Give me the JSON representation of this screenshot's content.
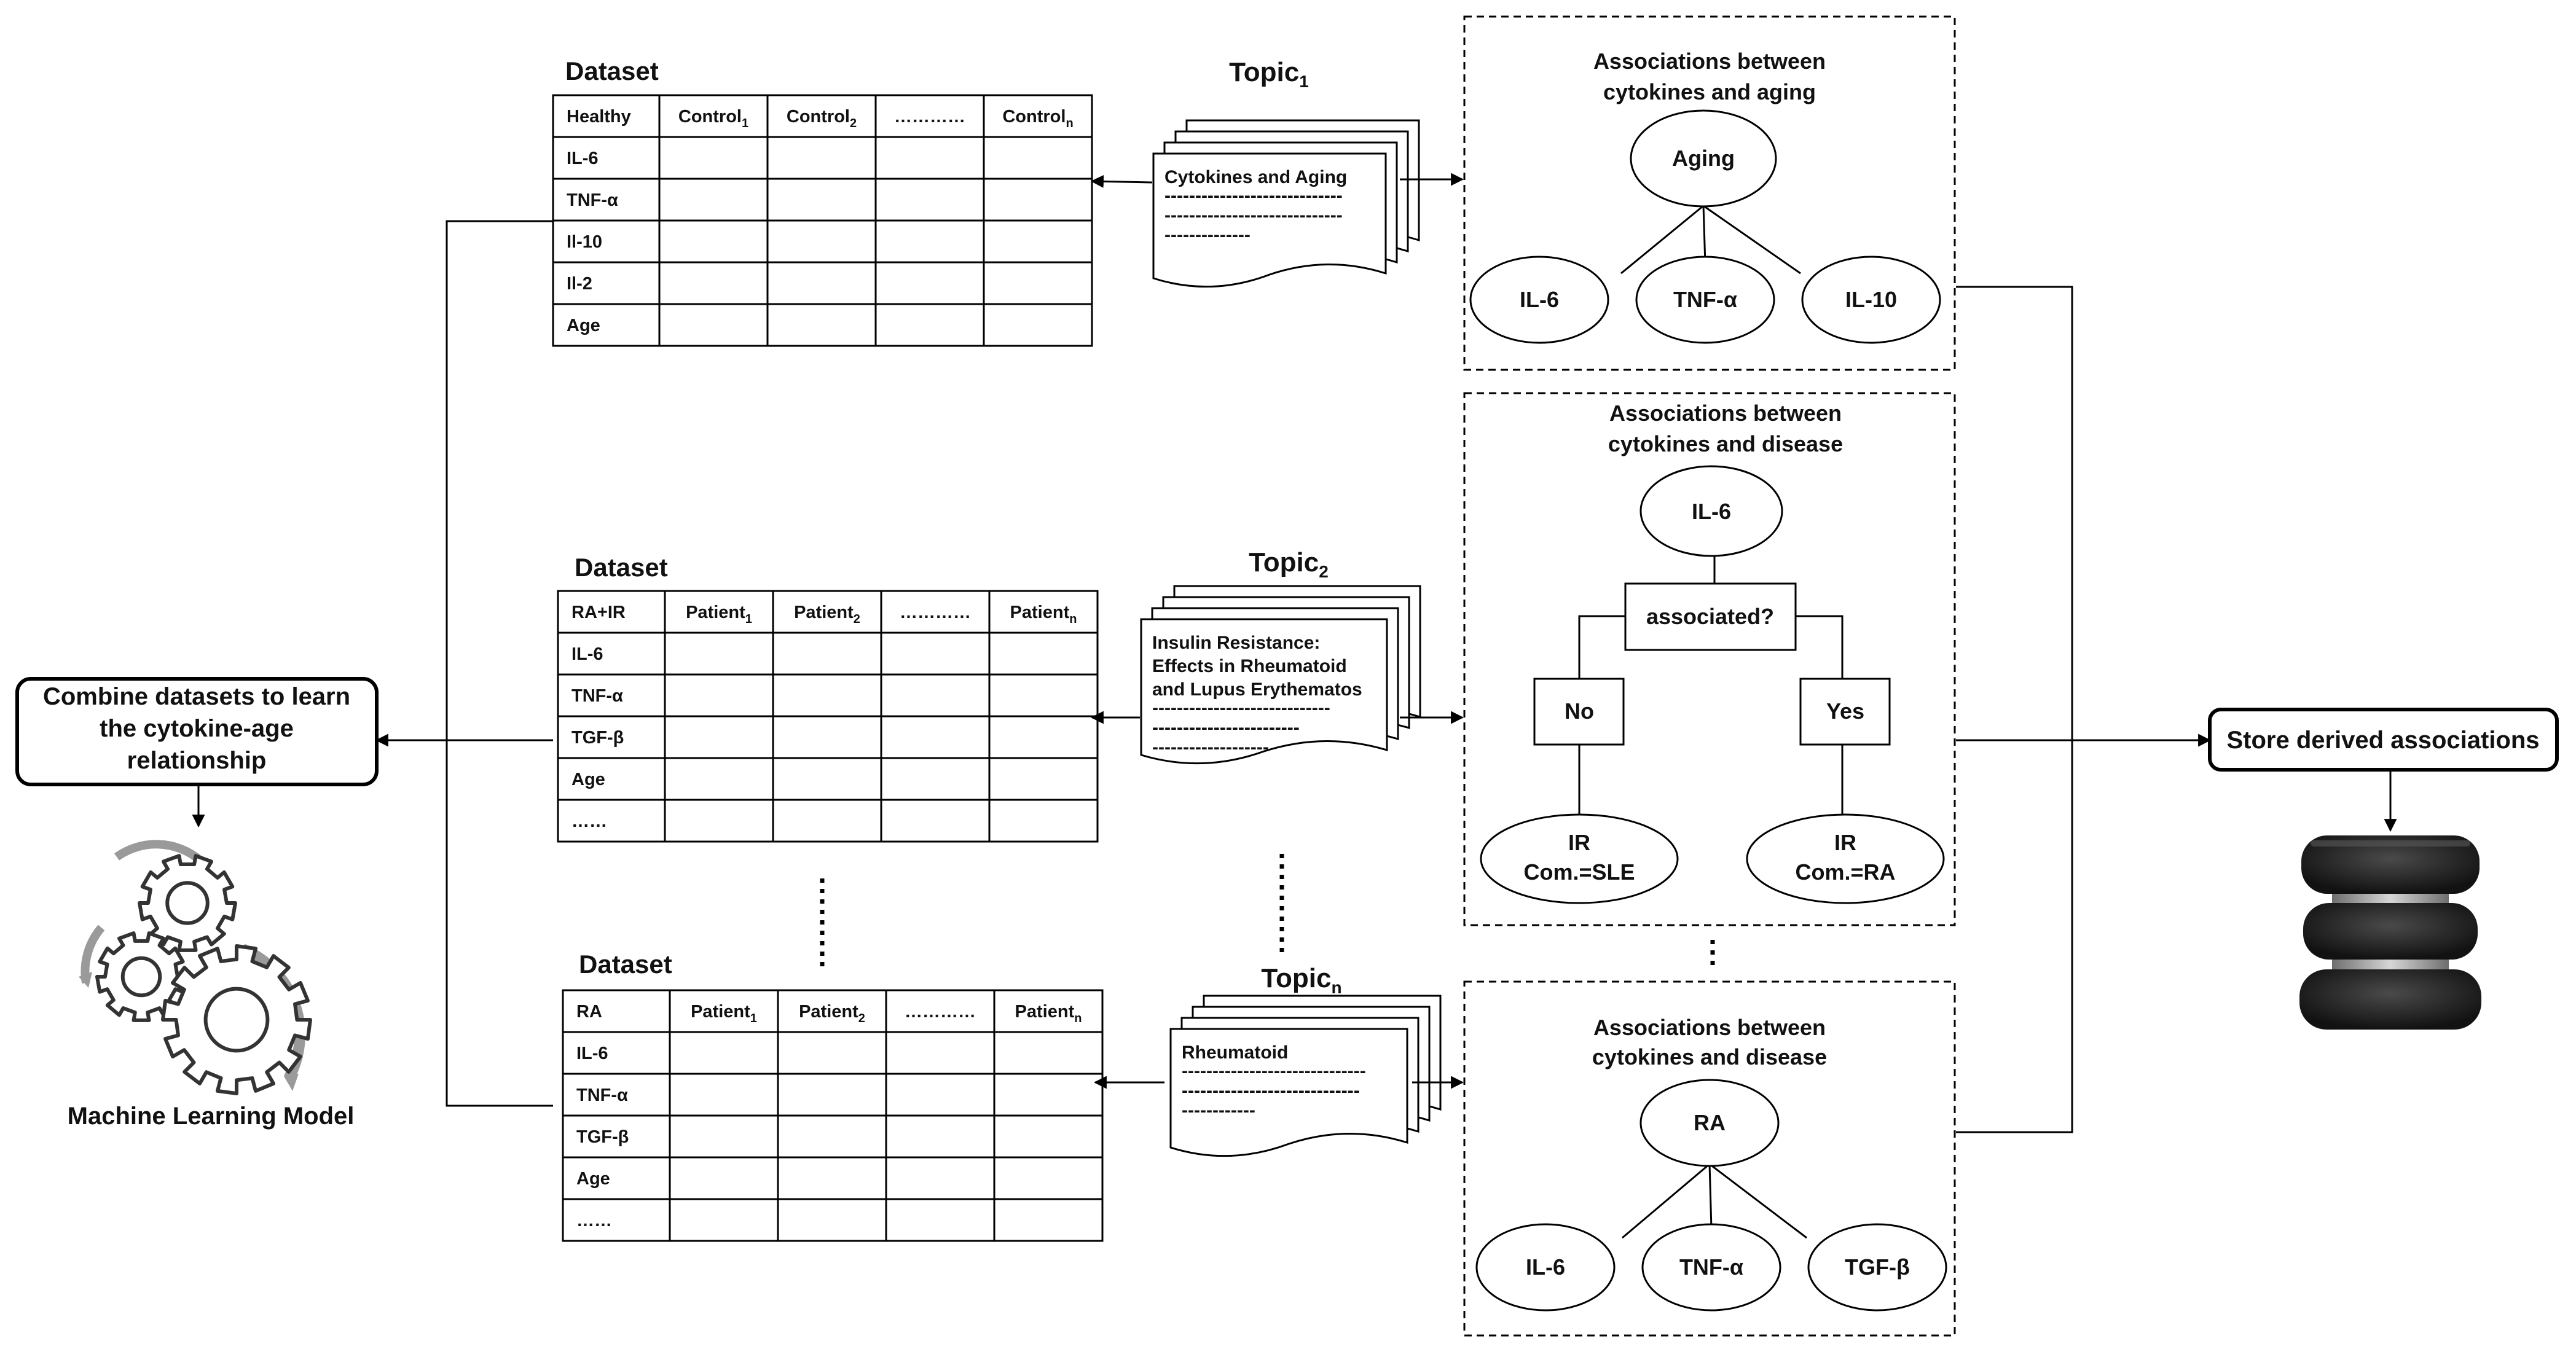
{
  "datasets": [
    {
      "label": "Dataset",
      "columns": [
        "Healthy",
        "Control",
        "Control",
        "…………",
        "Control"
      ],
      "column_subscripts": [
        "",
        "1",
        "2",
        "",
        "n"
      ],
      "rows": [
        "IL-6",
        "TNF-α",
        "Il-10",
        "Il-2",
        "Age"
      ]
    },
    {
      "label": "Dataset",
      "columns": [
        "RA+IR",
        "Patient",
        "Patient",
        "…………",
        "Patient"
      ],
      "column_subscripts": [
        "",
        "1",
        "2",
        "",
        "n"
      ],
      "rows": [
        "IL-6",
        "TNF-α",
        "TGF-β",
        "Age",
        "……"
      ]
    },
    {
      "label": "Dataset",
      "columns": [
        "RA",
        "Patient",
        "Patient",
        "…………",
        "Patient"
      ],
      "column_subscripts": [
        "",
        "1",
        "2",
        "",
        "n"
      ],
      "rows": [
        "IL-6",
        "TNF-α",
        "TGF-β",
        "Age",
        "……"
      ]
    }
  ],
  "topics": [
    {
      "label": "Topic",
      "subscript": "1",
      "doc_lines": [
        "Cytokines and Aging"
      ],
      "dash_lines": [
        "-----------------------------",
        "-----------------------------",
        "--------------"
      ]
    },
    {
      "label": "Topic",
      "subscript": "2",
      "doc_lines": [
        "Insulin Resistance:",
        "Effects in Rheumatoid",
        "and Lupus Erythematos"
      ],
      "dash_lines": [
        "-----------------------------",
        "------------------------",
        "-------------------"
      ]
    },
    {
      "label": "Topic",
      "subscript": "n",
      "doc_lines": [
        "Rheumatoid"
      ],
      "dash_lines": [
        "------------------------------",
        "-----------------------------",
        "------------"
      ]
    }
  ],
  "associations": {
    "aging": {
      "title_lines": [
        "Associations between",
        "cytokines and aging"
      ],
      "root": "Aging",
      "children": [
        "IL-6",
        "TNF-α",
        "IL-10"
      ]
    },
    "disease_ir": {
      "title_lines": [
        "Associations between",
        "cytokines and disease"
      ],
      "root": "IL-6",
      "decision": "associated?",
      "no_label": "No",
      "yes_label": "Yes",
      "no_leaf": [
        "IR",
        "Com.=SLE"
      ],
      "yes_leaf": [
        "IR",
        "Com.=RA"
      ]
    },
    "disease_ra": {
      "title_lines": [
        "Associations between",
        "cytokines and disease"
      ],
      "root": "RA",
      "children": [
        "IL-6",
        "TNF-α",
        "TGF-β"
      ]
    }
  },
  "combine_box": [
    "Combine datasets to learn",
    "the cytokine-age",
    "relationship"
  ],
  "ml_label": "Machine Learning Model",
  "store_box": "Store derived associations",
  "colors": {
    "line": "#000000",
    "db_dark": "#1e1e1e",
    "db_band": "#9a9a9a",
    "gear_stroke": "#333333",
    "gear_arrow": "#9a9a9a"
  },
  "icons": [
    "gears-icon",
    "database-icon"
  ]
}
